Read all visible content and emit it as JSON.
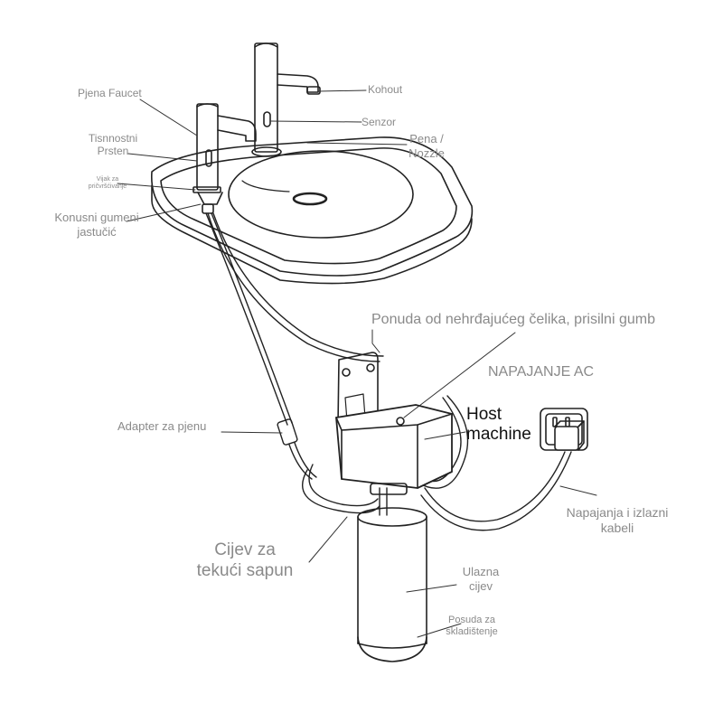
{
  "labels": {
    "foam_faucet": "Pjena Faucet",
    "sealing_ring": [
      "Tisnnostni",
      "Prsten"
    ],
    "screw": [
      "Vijak za",
      "pričvršćivanje"
    ],
    "rubber_pad": [
      "Konusni gumeni",
      "jastučić"
    ],
    "spout": "Kohout",
    "sensor": "Senzor",
    "nozzle": [
      "Pena /",
      "Nozzle"
    ],
    "steel_button": "Ponuda od nehrđajućeg čelika, prisilni gumb",
    "power_ac": "NAPAJANJE AC",
    "host_machine": [
      "Host",
      "machine"
    ],
    "foam_adapter": "Adapter za pjenu",
    "soap_tube": [
      "Cijev za",
      "tekući sapun"
    ],
    "power_cables": [
      "Napajanja i izlazni",
      "kabeli"
    ],
    "inlet_tube": [
      "Ulazna",
      "cijev"
    ],
    "storage_container": [
      "Posuda za",
      "skladištenje"
    ]
  }
}
